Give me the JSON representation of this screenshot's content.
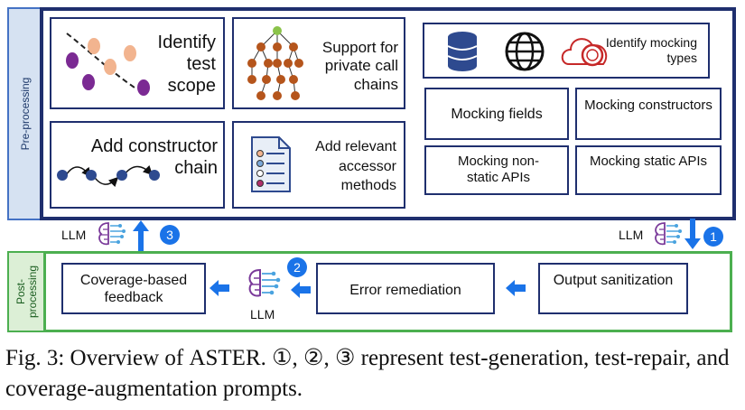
{
  "preprocessing": {
    "side_label": "Pre-processing",
    "identify_scope": "Identify test scope",
    "private_chains": "Support for private call chains",
    "mocking_types": "Identify mocking types",
    "constructor_chain": "Add constructor chain",
    "accessor_methods": "Add relevant accessor methods",
    "mocking_fields": "Mocking fields",
    "mocking_constructors": "Mocking constructors",
    "mocking_nonstatic": "Mocking non-static APIs",
    "mocking_static": "Mocking static APIs"
  },
  "postprocessing": {
    "side_label": "Post-processing",
    "coverage_feedback": "Coverage-based feedback",
    "error_remediation": "Error remediation",
    "output_sanitization": "Output sanitization"
  },
  "llm_labels": {
    "left": "LLM",
    "right": "LLM",
    "bottom": "LLM"
  },
  "badges": {
    "one": "1",
    "two": "2",
    "three": "3"
  },
  "caption": {
    "prefix": "Fig. 3: Overview of ",
    "name": "ASTER",
    "rest": ". ①, ②, ③ represent test-generation, test-repair, and coverage-augmentation prompts."
  },
  "colors": {
    "frame_navy": "#1f2f6e",
    "pre_fill": "#d6e2f2",
    "post_green": "#4caf50",
    "arrow_blue": "#1a73e8",
    "node_purple": "#7b2a93",
    "node_peach": "#f2b48f",
    "node_brown": "#b5551c",
    "node_navy": "#2e4a8f"
  },
  "icons": [
    "scatter-points-icon",
    "call-tree-icon",
    "database-icon",
    "globe-icon",
    "cloud-api-icon",
    "chain-nodes-icon",
    "document-list-icon",
    "brain-icon",
    "right-arrow-icon"
  ]
}
